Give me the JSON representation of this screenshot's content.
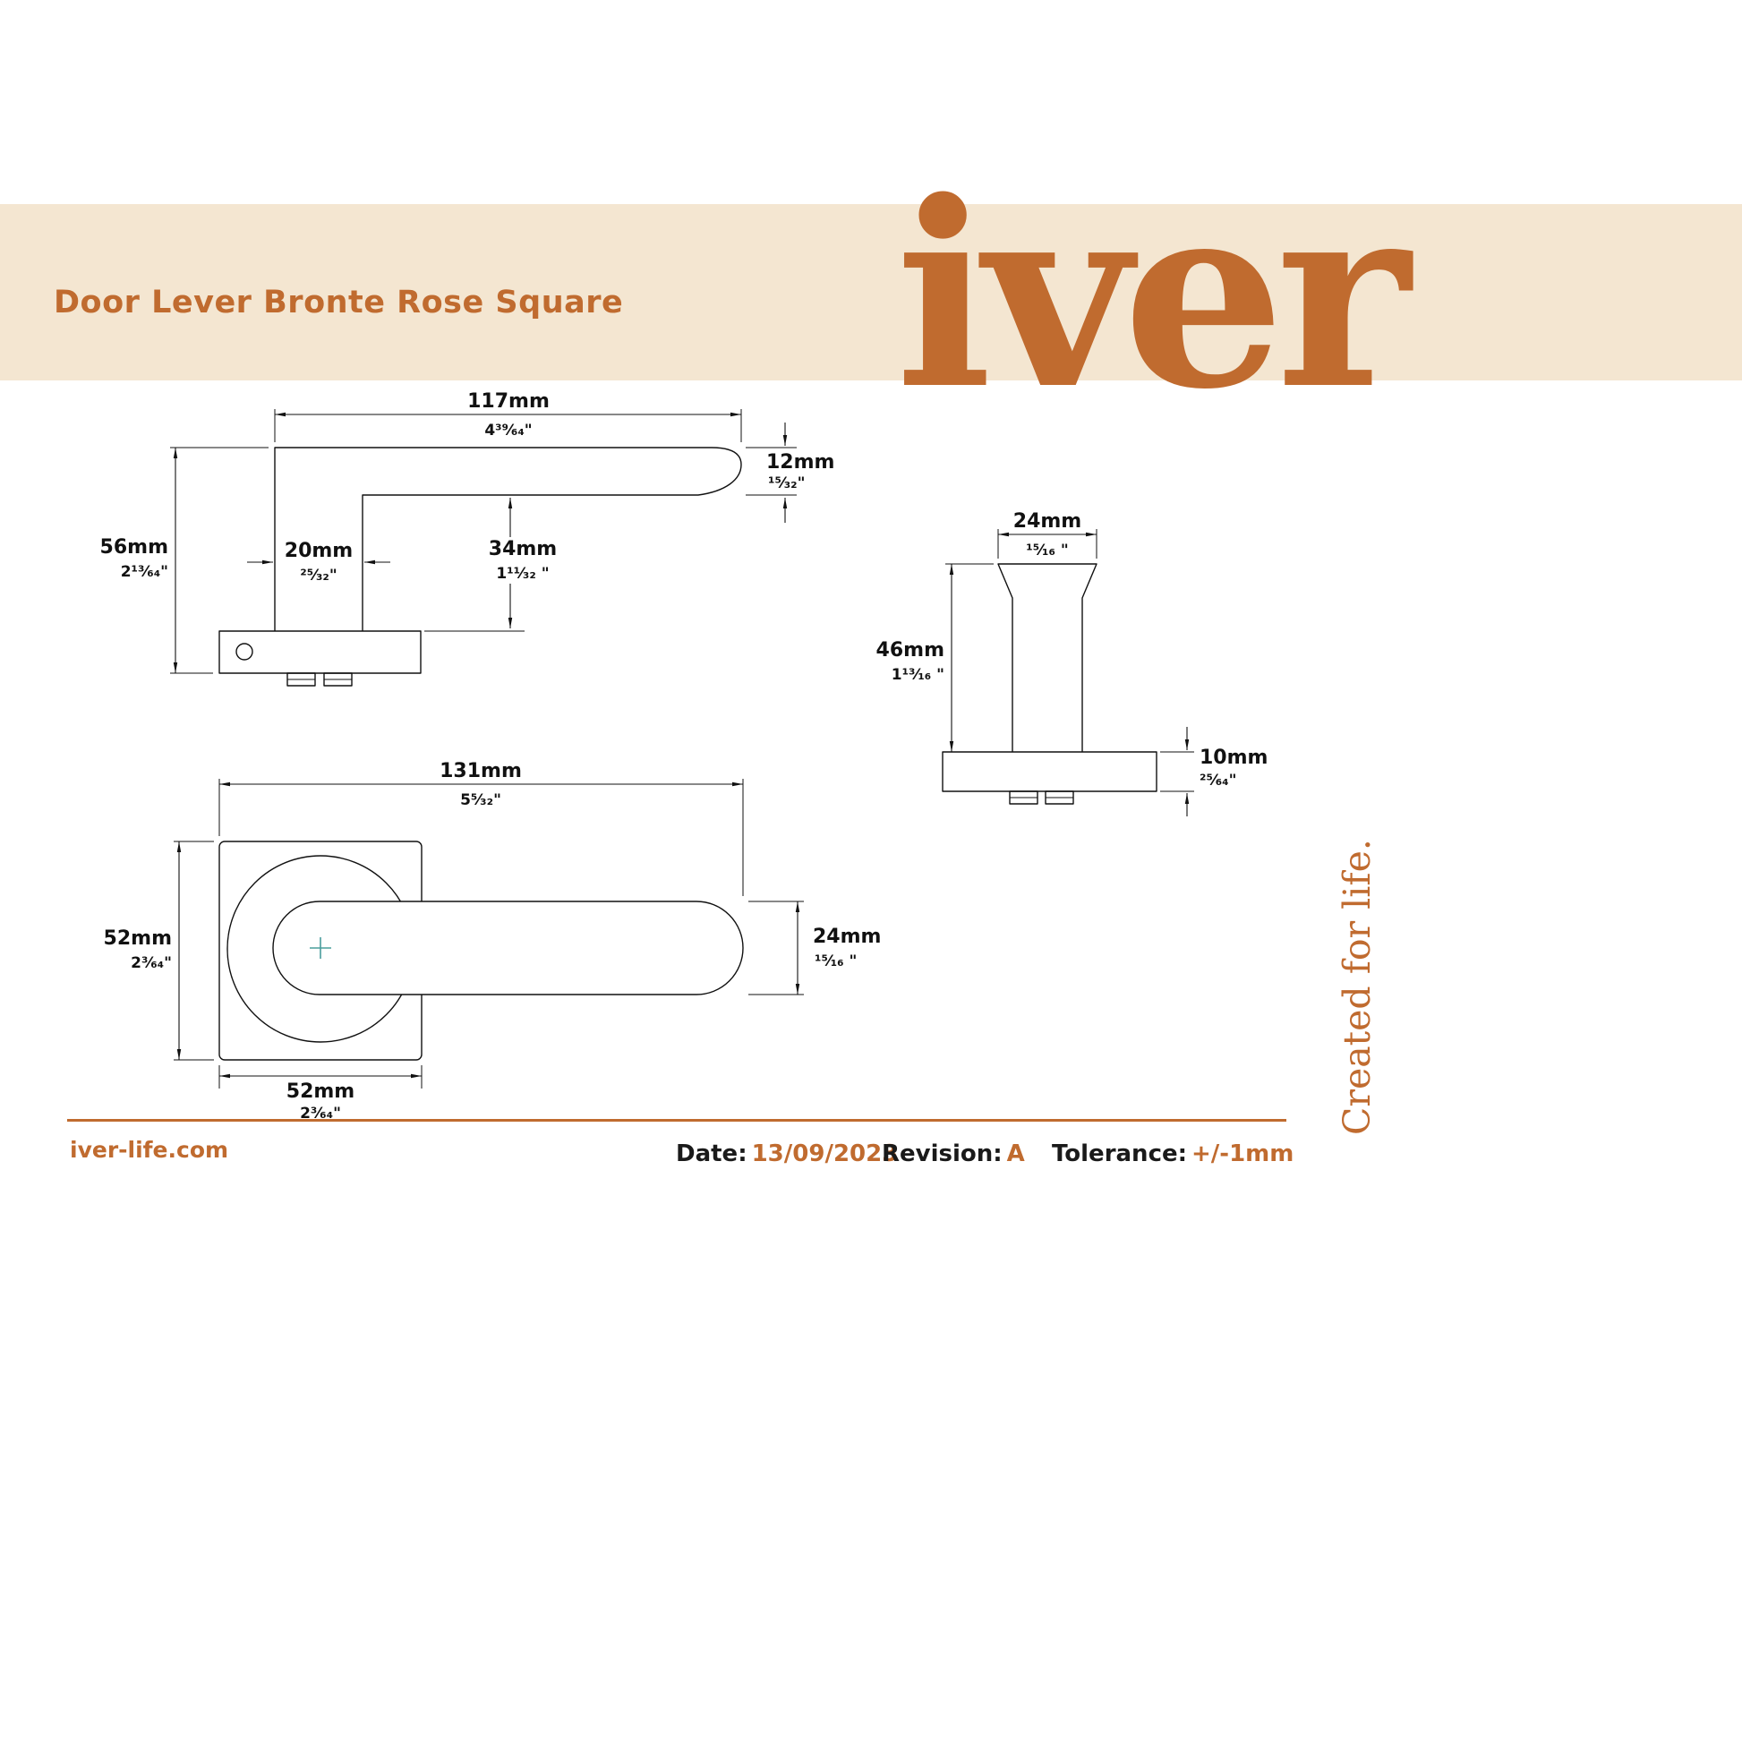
{
  "header": {
    "title": "Door Lever Bronte Rose Square",
    "logo": "iver"
  },
  "views": {
    "side": {
      "dims": {
        "width": {
          "mm": "117mm",
          "in": "4³⁹⁄₆₄\""
        },
        "thickness": {
          "mm": "12mm",
          "in": "¹⁵⁄₃₂\""
        },
        "height": {
          "mm": "56mm",
          "in": "2¹³⁄₆₄\""
        },
        "stem_width": {
          "mm": "20mm",
          "in": "²⁵⁄₃₂\""
        },
        "clearance": {
          "mm": "34mm",
          "in": "1¹¹⁄₃₂ \""
        }
      }
    },
    "front": {
      "dims": {
        "lever_depth": {
          "mm": "24mm",
          "in": "¹⁵⁄₁₆ \""
        },
        "projection": {
          "mm": "46mm",
          "in": "1¹³⁄₁₆ \""
        },
        "rose_thickness": {
          "mm": "10mm",
          "in": "²⁵⁄₆₄\""
        }
      }
    },
    "plan": {
      "dims": {
        "overall_length": {
          "mm": "131mm",
          "in": "5⁵⁄₃₂\""
        },
        "rose_height": {
          "mm": "52mm",
          "in": "2³⁄₆₄\""
        },
        "lever_width": {
          "mm": "24mm",
          "in": "¹⁵⁄₁₆ \""
        },
        "rose_width": {
          "mm": "52mm",
          "in": "2³⁄₆₄\""
        }
      }
    }
  },
  "footer": {
    "website": "iver-life.com",
    "date_label": "Date:",
    "date_value": "13/09/2023",
    "revision_label": "Revision:",
    "revision_value": "A",
    "tolerance_label": "Tolerance:",
    "tolerance_value": "+/-1mm",
    "tagline": "Created for life."
  },
  "colors": {
    "accent": "#c06b2f",
    "band": "#f4e6d1",
    "line": "#111111",
    "crosshair": "#4a9d9c"
  }
}
